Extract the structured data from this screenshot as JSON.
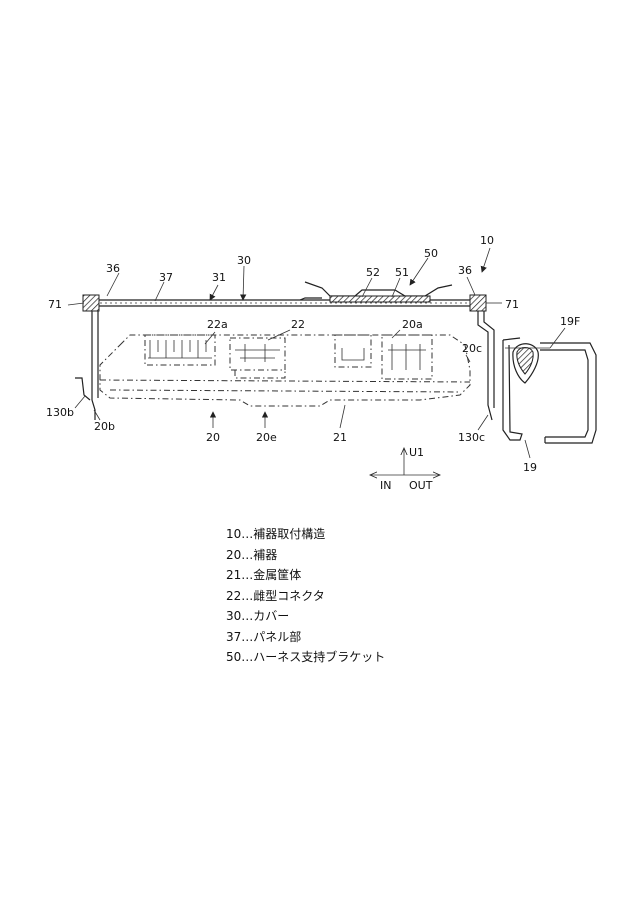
{
  "labels": {
    "l10": "10",
    "l50": "50",
    "l36_left": "36",
    "l37": "37",
    "l31": "31",
    "l30": "30",
    "l52": "52",
    "l51": "51",
    "l36_right": "36",
    "l71_left": "71",
    "l71_right": "71",
    "l19F": "19F",
    "l22a": "22a",
    "l22": "22",
    "l20a": "20a",
    "l20c": "20c",
    "l130b": "130b",
    "l20b": "20b",
    "l20": "20",
    "l20e": "20e",
    "l21": "21",
    "l130c": "130c",
    "l19": "19",
    "u1": "U1",
    "in": "IN",
    "out": "OUT"
  },
  "legend": [
    "10…補器取付構造",
    "20…補器",
    "21…金属筐体",
    "22…雌型コネクタ",
    "30…カバー",
    "37…パネル部",
    "50…ハーネス支持ブラケット"
  ]
}
